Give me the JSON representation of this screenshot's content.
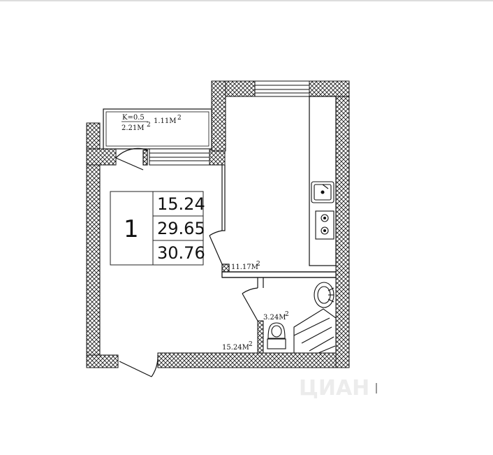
{
  "apartment": {
    "room_count": "1",
    "area_living": "15.24",
    "area_total": "29.65",
    "area_with_balcony": "30.76"
  },
  "balcony": {
    "coefficient": "K=0.5",
    "area_full": "2.21M",
    "area_reduced": "1.11M",
    "unit_superscript": "2"
  },
  "rooms": {
    "kitchen": {
      "area": "11.17M",
      "sup": "2"
    },
    "bathroom": {
      "area": "3.24M",
      "sup": "2"
    },
    "living_room": {
      "area": "15.24M",
      "sup": "2"
    }
  },
  "watermark": "ЦИАН"
}
